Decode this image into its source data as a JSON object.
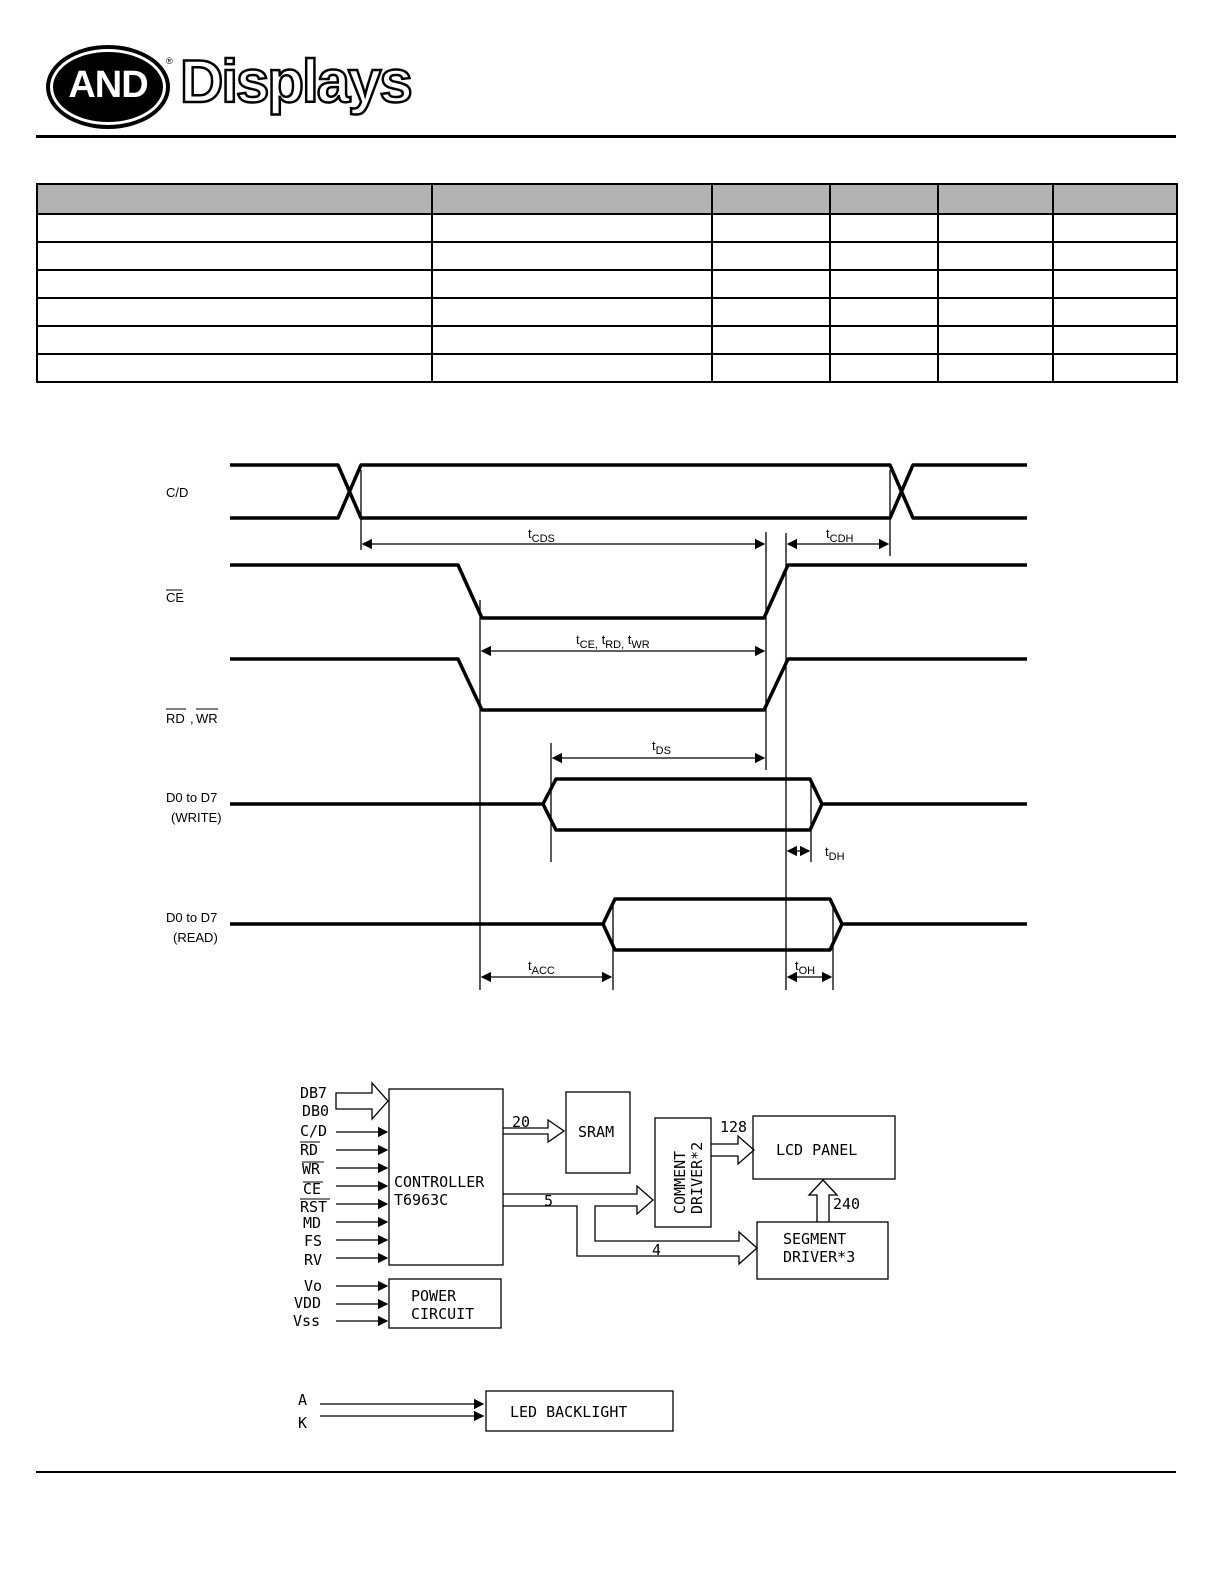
{
  "header": {
    "logo_mark": "AND",
    "logo_registered": "®",
    "logo_word": "Displays"
  },
  "timing_diagram": {
    "signals": {
      "cd": "C/D",
      "ce": "CE",
      "rd": "RD",
      "wr": "WR",
      "d_write_1": "D0 to D7",
      "d_write_2": "(WRITE)",
      "d_read_1": "D0 to D7",
      "d_read_2": "(READ)"
    },
    "params": {
      "t_cds": "CDS",
      "t_cdh": "CDH",
      "t_ce": "CE,",
      "t_rd": "RD,",
      "t_wr": "WR",
      "t_ds": "DS",
      "t_dh": "DH",
      "t_acc": "ACC",
      "t_oh": "OH",
      "t_prefix": "t"
    }
  },
  "block_diagram": {
    "inputs": [
      "DB7",
      "DB0",
      "C/D",
      "RD",
      "WR",
      "CE",
      "RST",
      "MD",
      "FS",
      "RV"
    ],
    "power_inputs": [
      "Vo",
      "VDD",
      "Vss"
    ],
    "controller": [
      "CONTROLLER",
      "T6963C"
    ],
    "sram": "SRAM",
    "common_driver": [
      "COMMENT",
      "DRIVER*2"
    ],
    "lcd_panel": "LCD PANEL",
    "segment_driver": [
      "SEGMENT",
      "DRIVER*3"
    ],
    "power_circuit": [
      "POWER",
      "CIRCUIT"
    ],
    "bus_labels": {
      "sram": "20",
      "common": "5",
      "segment": "4",
      "panel_rows": "128",
      "panel_cols": "240"
    },
    "backlight_inputs": [
      "A",
      "K"
    ],
    "backlight": "LED BACKLIGHT"
  }
}
